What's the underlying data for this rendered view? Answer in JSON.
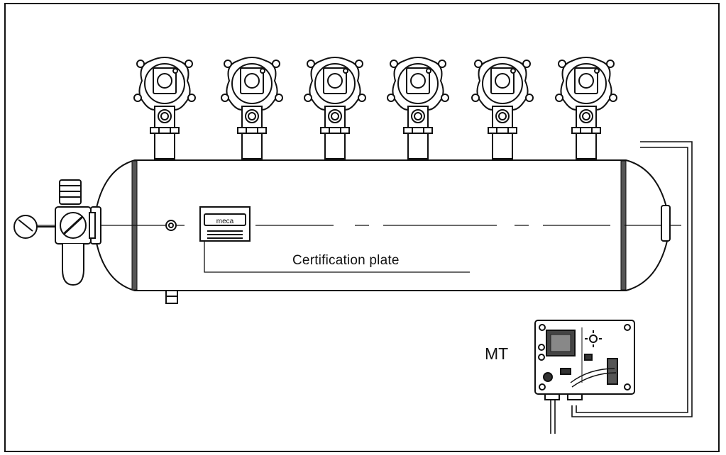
{
  "diagram": {
    "labels": {
      "certification_plate": "Certification plate",
      "controller": "MT"
    },
    "valve_count": 6,
    "colors": {
      "ink": "#111111",
      "paper": "#ffffff"
    },
    "icons": [
      "pressure-gauge-icon",
      "air-regulator-icon",
      "diaphragm-valve-icon",
      "certification-plate-icon",
      "control-box-icon"
    ]
  }
}
